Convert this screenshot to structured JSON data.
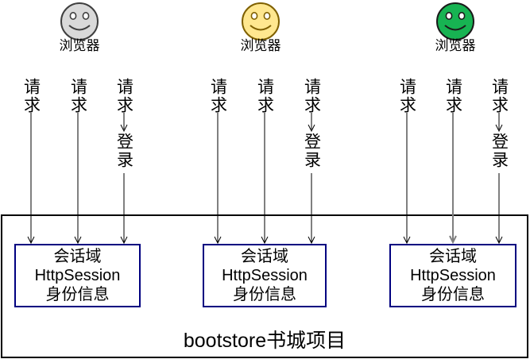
{
  "browsers": [
    {
      "label": "浏览器",
      "variant": "gray-smiley",
      "fill": "#d9d9d9",
      "stroke": "#3f3f3f"
    },
    {
      "label": "浏览器",
      "variant": "yellow-smiley",
      "fill": "#ffe78f",
      "stroke": "#7f6000"
    },
    {
      "label": "浏览器",
      "variant": "green-smiley",
      "fill": "#17b352",
      "stroke": "#1a1a1a"
    }
  ],
  "labels": {
    "request": "请求",
    "login": "登录"
  },
  "session_boxes": [
    {
      "lines": [
        "会话域",
        "HttpSession",
        "身份信息"
      ]
    },
    {
      "lines": [
        "会话域",
        "HttpSession",
        "身份信息"
      ]
    },
    {
      "lines": [
        "会话域",
        "HttpSession",
        "身份信息"
      ]
    }
  ],
  "container": {
    "label": "bootstore书城项目"
  },
  "colors": {
    "arrow": "#000000",
    "gray_arrow": "#7f7f7f",
    "session_box_border": "#000080",
    "container_border": "#000000",
    "text": "#000000"
  }
}
